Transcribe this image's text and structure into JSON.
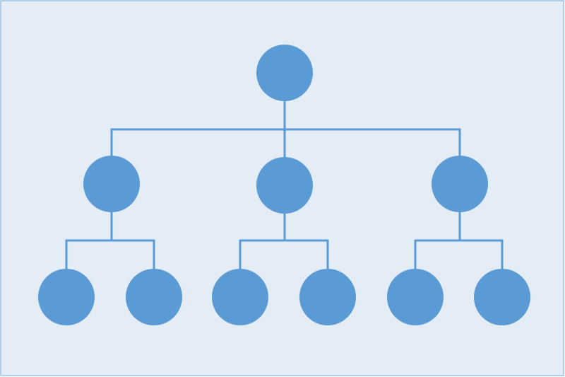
{
  "diagram": {
    "type": "hierarchy-tree",
    "colors": {
      "background": "#e4ecf6",
      "border": "#9dc0e6",
      "node": "#5b9bd5",
      "connector": "#5b9bd5"
    },
    "nodes": [
      {
        "id": "root",
        "parent": null
      },
      {
        "id": "a",
        "parent": "root"
      },
      {
        "id": "b",
        "parent": "root"
      },
      {
        "id": "c",
        "parent": "root"
      },
      {
        "id": "a1",
        "parent": "a"
      },
      {
        "id": "a2",
        "parent": "a"
      },
      {
        "id": "b1",
        "parent": "b"
      },
      {
        "id": "b2",
        "parent": "b"
      },
      {
        "id": "c1",
        "parent": "c"
      },
      {
        "id": "c2",
        "parent": "c"
      }
    ]
  }
}
